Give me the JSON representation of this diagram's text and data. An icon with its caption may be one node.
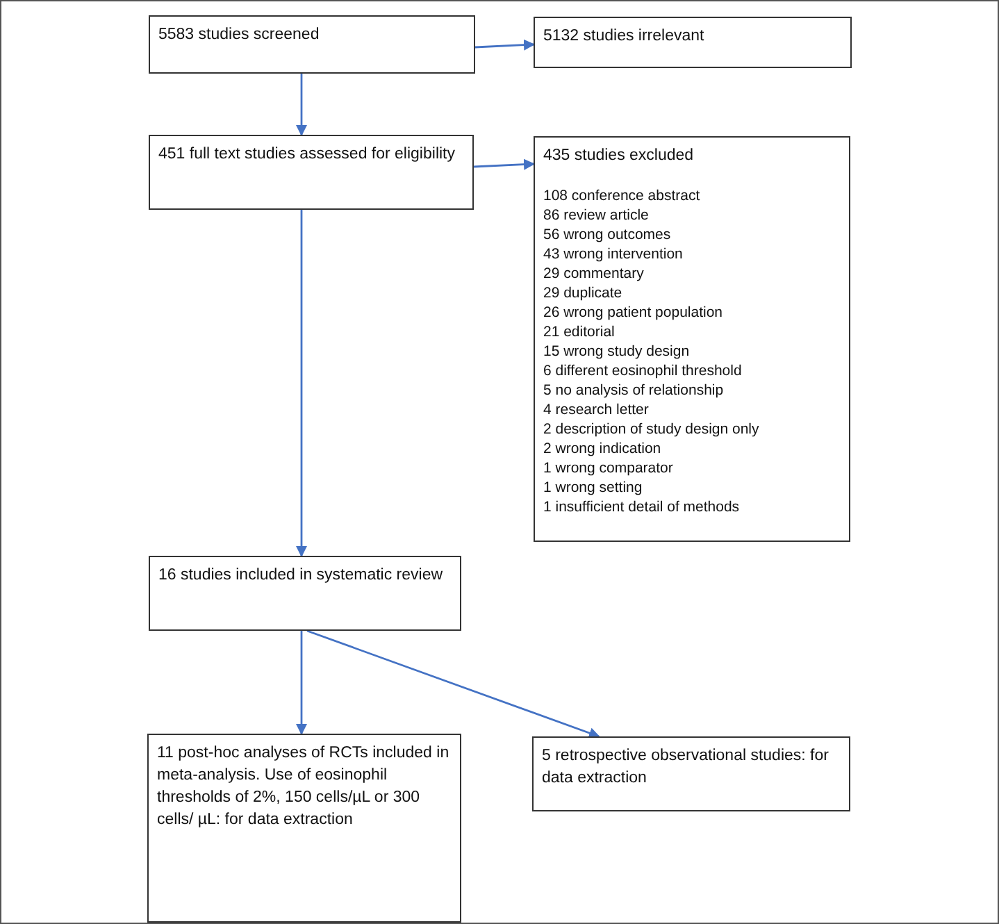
{
  "diagram": {
    "nodes": [
      {
        "text": [
          "5583 studies screened"
        ]
      },
      {
        "text": [
          "5132 studies irrelevant"
        ]
      },
      {
        "text": [
          "451 full text studies assessed for eligibility"
        ]
      },
      {
        "text": [
          "435 studies excluded",
          "108 conference abstract",
          "86 review article",
          "56 wrong outcomes",
          "43 wrong intervention",
          "29 commentary",
          "29 duplicate",
          "26 wrong patient population",
          "21 editorial",
          "15 wrong study design",
          "6 different eosinophil threshold",
          "5 no analysis of relationship",
          "4 research letter",
          "2 description of study design only",
          "2 wrong indication",
          "1 wrong comparator",
          "1 wrong setting",
          "1 insufficient detail of methods"
        ]
      },
      {
        "text": [
          "16 studies included in systematic review"
        ]
      },
      {
        "text": [
          "11 post-hoc analyses of RCTs included in meta-analysis. Use of eosinophil thresholds of 2%, 150 cells/µL or 300 cells/ µL: for data extraction"
        ]
      },
      {
        "text": [
          "5 retrospective observational studies: for data extraction"
        ]
      }
    ],
    "edges": [
      {
        "from": 0,
        "to": 1,
        "arrow": "to"
      },
      {
        "from": 0,
        "to": 2,
        "arrow": "to"
      },
      {
        "from": 2,
        "to": 3,
        "arrow": "to"
      },
      {
        "from": 2,
        "to": 4,
        "arrow": "to"
      },
      {
        "from": 4,
        "to": 5,
        "arrow": "to"
      },
      {
        "from": 4,
        "to": 6,
        "arrow": "to"
      }
    ]
  }
}
